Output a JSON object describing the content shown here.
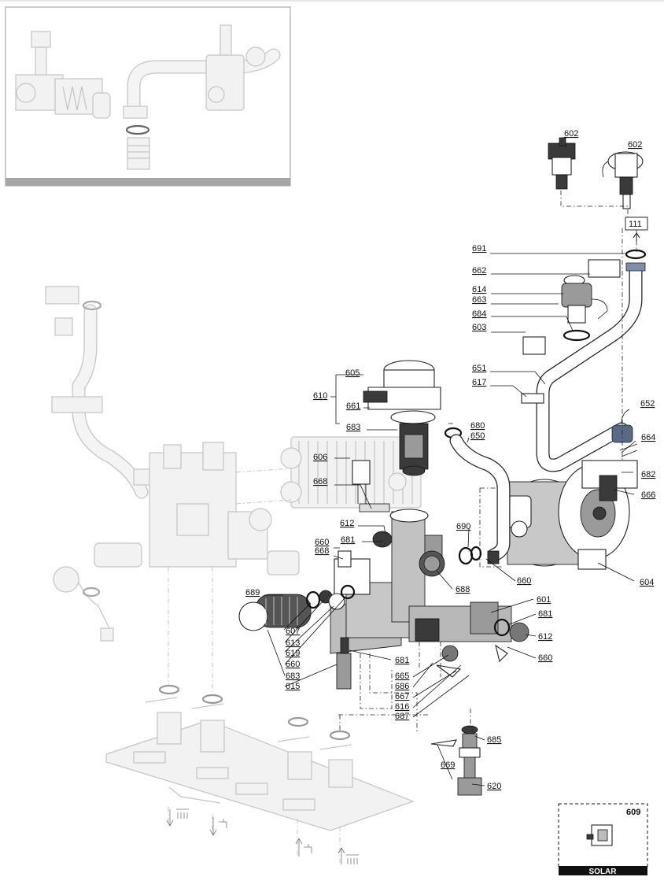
{
  "labels": {
    "l602a": "602",
    "l602b": "602",
    "l111": "111",
    "l691": "691",
    "l662": "662",
    "l614": "614",
    "l663": "663",
    "l684": "684",
    "l603": "603",
    "l651": "651",
    "l617": "617",
    "l652": "652",
    "l664": "664",
    "l682": "682",
    "l666": "666",
    "l604": "604",
    "l605": "605",
    "l610": "610",
    "l661": "661",
    "l683a": "683",
    "l680": "680",
    "l650": "650",
    "l606": "606",
    "l668a": "668",
    "l612a": "612",
    "l690": "690",
    "l681a": "681",
    "l660a": "660",
    "l668b": "668",
    "l688": "688",
    "l660b": "660",
    "l689": "689",
    "l601": "601",
    "l681b": "681",
    "l612b": "612",
    "l660c": "660",
    "l607": "607",
    "l613": "613",
    "l619": "619",
    "l660d": "660",
    "l681c": "681",
    "l683b": "683",
    "l615": "615",
    "l665": "665",
    "l686": "686",
    "l667": "667",
    "l616": "616",
    "l687": "687",
    "l685": "685",
    "l669": "669",
    "l620": "620",
    "l609": "609"
  },
  "solar": {
    "number": "609",
    "caption": "SOLAR"
  },
  "icons": {
    "connector_1": "arrow-down-heating-icon",
    "connector_2": "arrow-down-tap-icon",
    "connector_3": "arrow-up-tap-icon",
    "connector_4": "arrow-up-heating-icon"
  }
}
